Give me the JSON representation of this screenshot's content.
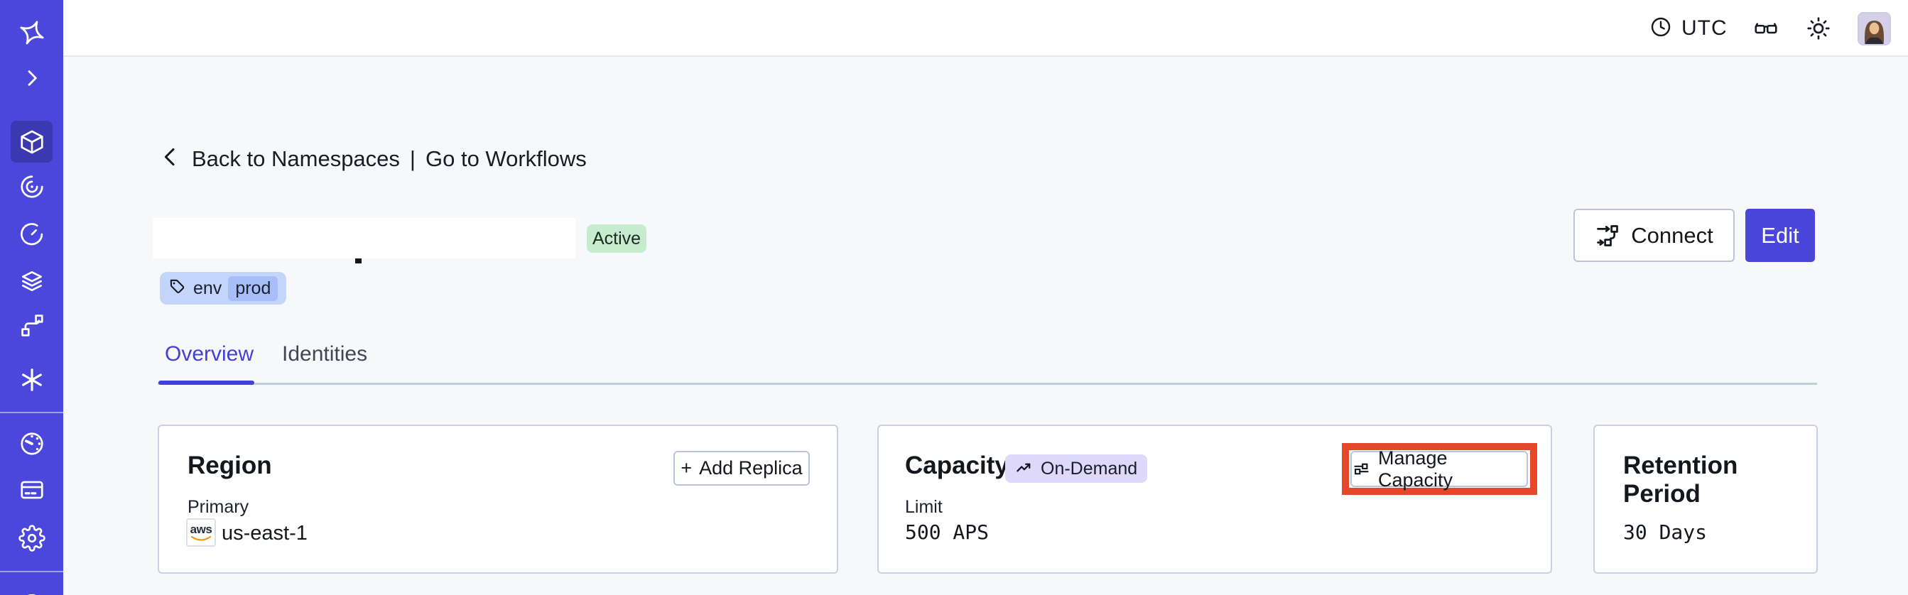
{
  "topbar": {
    "timezone_label": "UTC",
    "icons": [
      "clock-icon",
      "glasses-icon",
      "sun-icon",
      "avatar"
    ]
  },
  "sidebar": {
    "items": [
      {
        "icon": "temporal-logo"
      },
      {
        "icon": "expand-chevron"
      },
      {
        "icon": "namespaces-cube",
        "active": true
      },
      {
        "icon": "workflows-spiral"
      },
      {
        "icon": "schedules-timer"
      },
      {
        "icon": "deployments-layers"
      },
      {
        "icon": "batch-branch"
      },
      {
        "icon": "nexus-asterisk"
      },
      {
        "icon": "usage-gauge"
      },
      {
        "icon": "billing-card"
      },
      {
        "icon": "settings-gear"
      },
      {
        "icon": "account-partial"
      }
    ]
  },
  "breadcrumb": {
    "back_label": "Back to Namespaces",
    "separator": "|",
    "workflows_label": "Go to Workflows"
  },
  "namespace": {
    "status_badge": "Active",
    "tag_key": "env",
    "tag_value": "prod"
  },
  "header_actions": {
    "connect_label": "Connect",
    "edit_label": "Edit"
  },
  "tabs": [
    {
      "label": "Overview",
      "active": true
    },
    {
      "label": "Identities",
      "active": false
    }
  ],
  "cards": {
    "region": {
      "title": "Region",
      "plus_glyph": "+",
      "add_replica_label": "Add Replica",
      "primary_label": "Primary",
      "provider": "aws",
      "region_value": "us-east-1"
    },
    "capacity": {
      "title": "Capacity",
      "mode_badge": "On-Demand",
      "manage_label": "Manage Capacity",
      "limit_label": "Limit",
      "limit_value": "500 APS",
      "manage_button_highlighted": true
    },
    "retention": {
      "title": "Retention Period",
      "value": "30 Days"
    }
  },
  "colors": {
    "accent_indigo": "#4946d9",
    "sidebar_active_bg": "#3b38b0",
    "status_green_bg": "#c6ebce",
    "tag_blue_bg": "#c4d5fb",
    "tag_inner_blue_bg": "#a7bef8",
    "ondemand_lavender_bg": "#ded8fb",
    "annotation_red": "#e5472b",
    "card_border": "#c9d0e2",
    "page_bg": "#f7f8fa"
  }
}
